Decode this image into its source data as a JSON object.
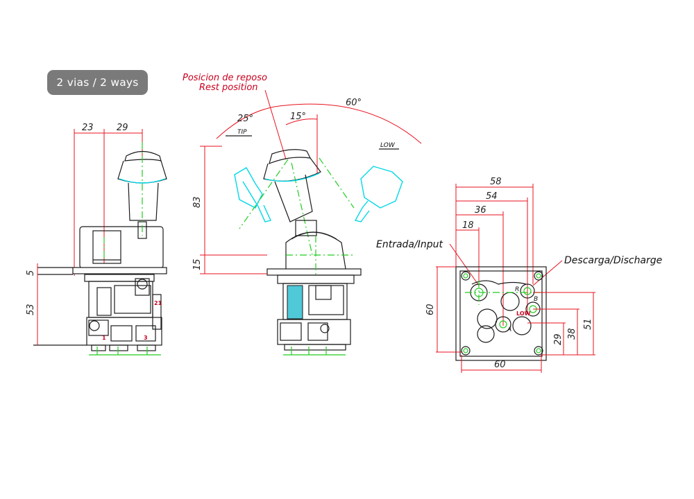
{
  "badge": {
    "text": "2 vias / 2 ways"
  },
  "colors": {
    "badge_bg": "#7a7a7a",
    "dimension": "#e8101e",
    "outline": "#1a1a1a",
    "centerline": "#22cc22",
    "alt_position": "#00d8e8",
    "panel": "#4fc8d8"
  },
  "side_view": {
    "dim_23": "23",
    "dim_29": "29",
    "dim_5": "5",
    "dim_53": "53",
    "port_1": "1",
    "port_3": "3",
    "port_21": "21"
  },
  "front_view": {
    "rest_es": "Posicion  de  reposo",
    "rest_en": "Rest  position",
    "angle_25": "25°",
    "angle_15": "15°",
    "angle_60": "60°",
    "tip": "TIP",
    "low": "LOW",
    "dim_83": "83",
    "dim_15": "15"
  },
  "port_view": {
    "dim_58": "58",
    "dim_54": "54",
    "dim_36": "36",
    "dim_18": "18",
    "input_label": "Entrada/Input",
    "discharge_label": "Descarga/Discharge",
    "dim_60_v": "60",
    "dim_60_h": "60",
    "dim_29": "29",
    "dim_38": "38",
    "dim_51": "51",
    "mark_r": "R",
    "mark_b": "B",
    "mark_a": "A",
    "mark_low": "LOW"
  }
}
